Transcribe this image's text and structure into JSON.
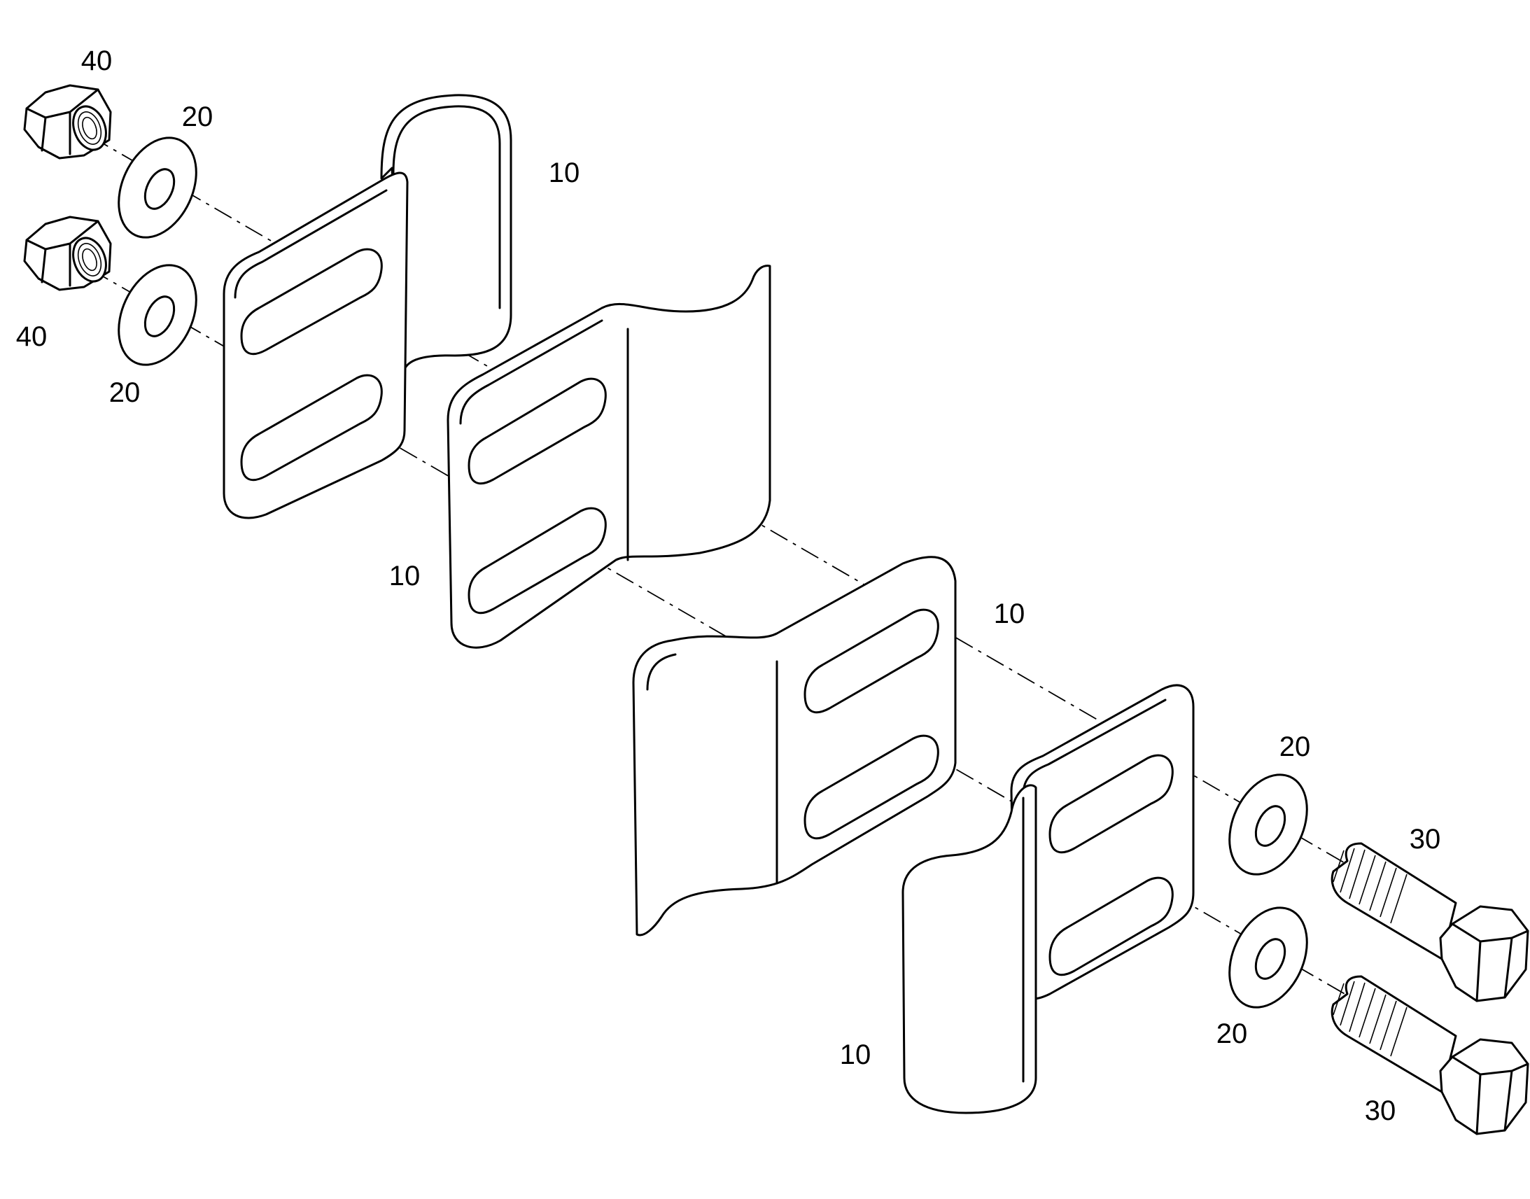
{
  "callouts": [
    {
      "id": "nut-top",
      "text": "40"
    },
    {
      "id": "nut-bottom",
      "text": "40"
    },
    {
      "id": "washer-top-left",
      "text": "20"
    },
    {
      "id": "washer-bottom-left",
      "text": "20"
    },
    {
      "id": "clamp-back",
      "text": "10"
    },
    {
      "id": "clamp-second",
      "text": "10"
    },
    {
      "id": "clamp-third",
      "text": "10"
    },
    {
      "id": "clamp-front",
      "text": "10"
    },
    {
      "id": "washer-top-right",
      "text": "20"
    },
    {
      "id": "washer-bottom-right",
      "text": "20"
    },
    {
      "id": "bolt-top",
      "text": "30"
    },
    {
      "id": "bolt-bottom",
      "text": "30"
    }
  ],
  "colors": {
    "line": "#000000",
    "background": "#ffffff"
  },
  "icons": [
    "hex-nut-icon",
    "flat-washer-icon",
    "clamp-half-icon",
    "hex-bolt-icon"
  ]
}
